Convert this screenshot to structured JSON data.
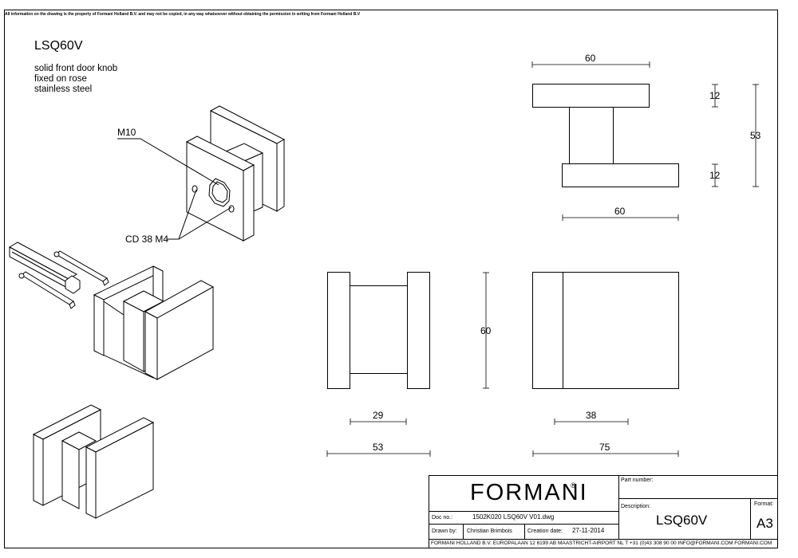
{
  "notice": "All information on the drawing is the property of Formani Holland B.V. and may not be copied, in any way whatsoever without obtaining the permission in writing from Formani Holland B.V",
  "product_code": "LSQ60V",
  "description_lines": [
    "solid front door knob",
    "fixed on rose",
    "stainless steel"
  ],
  "callouts": {
    "thread": "M10",
    "fixing": "CD 38  M4"
  },
  "dimensions": {
    "top_width": "60",
    "top_cap_height": "12",
    "rose_height": "12",
    "total_height": "53",
    "base_width": "60",
    "side_height": "60",
    "knob_depth": "29",
    "side_depth": "53",
    "front_inner": "38",
    "front_width": "75"
  },
  "title_block": {
    "brand": "FORMANI",
    "registered": "®",
    "part_number_label": "Part number:",
    "description_label": "Description:",
    "description_value": "LSQ60V",
    "format_label": "Format:",
    "format_value": "A3",
    "doc_no_label": "Doc no.:",
    "doc_no_value": "1502K020 LSQ60V V01.dwg",
    "drawn_by_label": "Drawn by:",
    "drawn_by_value": "Christian Brimbois",
    "creation_date_label": "Creation date:",
    "creation_date_value": "27-11-2014",
    "footer": "FORMANI HOLLAND B.V.  EUROPALAAN 12  6199 AB MAASTRICHT-AIRPORT NL  T +31 (0)43 308 90 00 INFO@FORMANI.COM FORMANI.COM"
  }
}
